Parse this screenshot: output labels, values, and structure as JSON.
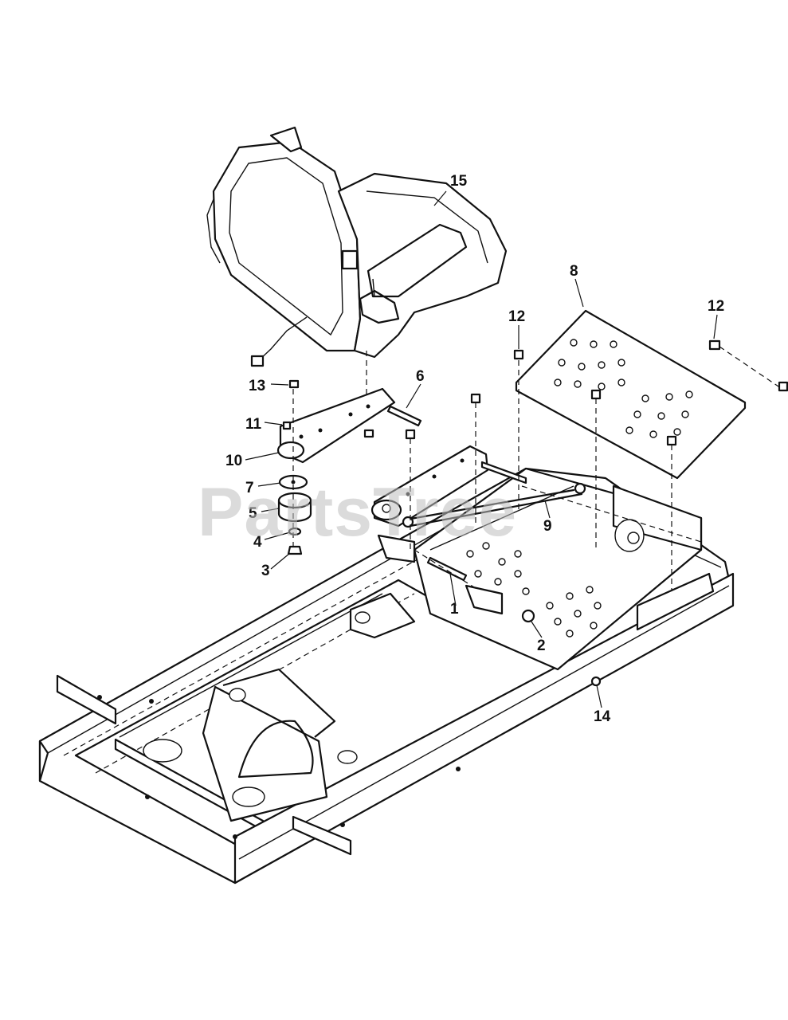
{
  "watermark": "PartsTree",
  "callouts": {
    "c1": "1",
    "c2": "2",
    "c3": "3",
    "c4": "4",
    "c5": "5",
    "c6": "6",
    "c7": "7",
    "c8": "8",
    "c9": "9",
    "c10": "10",
    "c11": "11",
    "c12a": "12",
    "c12b": "12",
    "c13": "13",
    "c14": "14",
    "c15": "15"
  }
}
